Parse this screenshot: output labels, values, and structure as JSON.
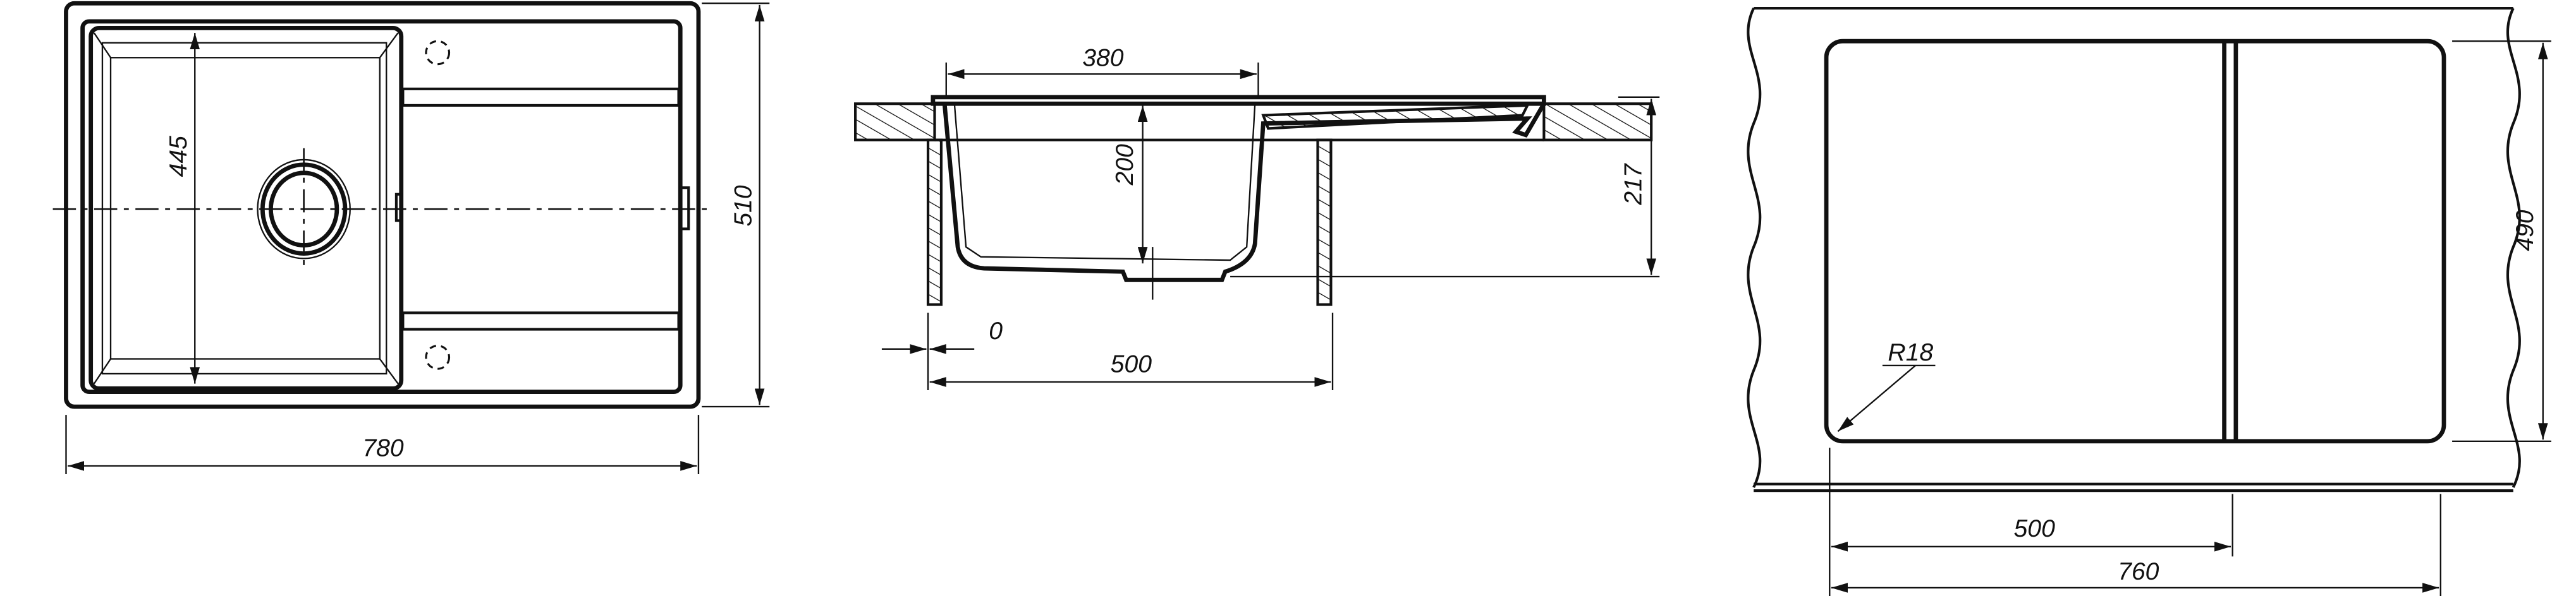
{
  "top_view": {
    "width_label": "780",
    "height_label": "510",
    "bowl_length_label": "445"
  },
  "section_view": {
    "bowl_width_label": "380",
    "bowl_depth_label": "200",
    "total_depth_label": "217",
    "offset_label": "0",
    "cabinet_label": "500"
  },
  "cutout_view": {
    "radius_label": "R18",
    "cutout_height_label": "490",
    "divider_offset_label": "500",
    "cutout_width_label": "760"
  },
  "colors": {
    "line": "#111111",
    "background": "#ffffff"
  }
}
